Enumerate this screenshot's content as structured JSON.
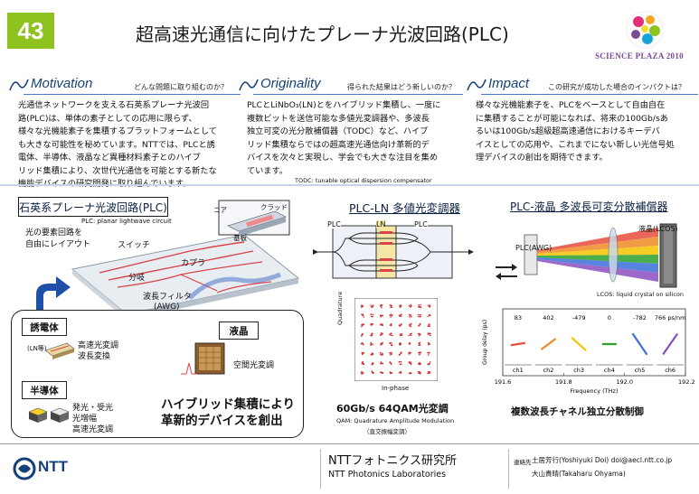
{
  "header": {
    "number": "43",
    "title": "超高速光通信に向けたプレーナ光波回路(PLC)",
    "logo_text": "SCIENCE PLAZA 2010"
  },
  "sections": {
    "motivation": {
      "name": "Motivation",
      "question": "どんな問題に取り組むのか？",
      "lines": [
        "光通信ネットワークを支える石英系プレーナ光波回",
        "路(PLC)は、単体の素子としての応用に限らず、",
        "様々な光機能素子を集積するプラットフォームとして",
        "も大きな可能性を秘めています。NTTでは、PLCと誘",
        "電体、半導体、液晶など異種材料素子とのハイブ",
        "リッド集積により、次世代光通信を可能とする新たな",
        "機能デバイスの研究開発に取り組んでいます。"
      ]
    },
    "originality": {
      "name": "Originality",
      "question": "得られた結果はどう新しいのか？",
      "lines": [
        "PLCとLiNbO₃(LN)とをハイブリッド集積し、一度に",
        "複数ビットを送信可能な多値光変調器や、多波長",
        "独立可変の光分散補償器（TODC）など、ハイブ",
        "リッド集積ならではの超高速光通信向け革新的デ",
        "バイスを次々と実現し、学会でも大きな注目を集め",
        "ています。"
      ],
      "footnote": "TODC: tunable optical dispersion compensator"
    },
    "impact": {
      "name": "Impact",
      "question": "この研究が成功した場合のインパクトは？",
      "lines": [
        "様々な光機能素子を、PLCをベースとして自由自在",
        "に集積することが可能になれば、将来の100Gb/sあ",
        "るいは100Gb/s超級超高速通信におけるキーデバ",
        "イスとしての応用や、これまでにない新しい光信号処",
        "理デバイスの創出を期待できます。"
      ]
    }
  },
  "plc_panel": {
    "title": "石英系プレーナ光波回路(PLC)",
    "subtitle": "PLC: planar lightwave circuit",
    "layout_text": [
      "光の要素回路を",
      "自由にレイアウト"
    ],
    "labels": {
      "core": "コア",
      "clad": "クラッド",
      "substrate": "基板",
      "switch": "スイッチ",
      "coupler": "カプラ",
      "branch": "分岐",
      "awg_line1": "波長フィルタ",
      "awg_line2": "(AWG)"
    }
  },
  "materials": {
    "dielectric": {
      "tag": "誘電体",
      "sub": "(LN等)",
      "lines": [
        "高速光変調",
        "波長変換"
      ]
    },
    "lc": {
      "tag": "液晶",
      "lines": [
        "空間光変調"
      ]
    },
    "semiconductor": {
      "tag": "半導体",
      "lines": [
        "発光・受光",
        "光増幅",
        "高速光変調"
      ]
    },
    "hybrid": [
      "ハイブリッド集積により",
      "革新的デバイスを創出"
    ]
  },
  "ln_panel": {
    "title": "PLC-LN 多値光変調器",
    "labels": {
      "plc_left": "PLC",
      "ln": "LN",
      "plc_right": "PLC"
    },
    "axis_y": "Quadrature",
    "axis_x": "In-phase",
    "result": "60Gb/s 64QAM光変調",
    "note": "QAM: Quadrature Amplitude Modulation",
    "note_jp": "（直交振幅変調）"
  },
  "lc_panel": {
    "title": "PLC-液晶 多波長可変分散補償器",
    "labels": {
      "plc_awg": "PLC(AWG)",
      "lcos": "液晶(LCOS)",
      "lcos_note": "LCOS: liquid crystal on silicon"
    },
    "result": "複数波長チャネル独立分散制御"
  },
  "chart_data": {
    "type": "line",
    "ylabel": "Group delay (ps)",
    "xlabel": "Frequency (THz)",
    "x_ticks": [
      "191.6",
      "191.8",
      "192.0",
      "192.2 THz"
    ],
    "x_range": [
      191.6,
      192.2
    ],
    "channels": [
      "ch1",
      "ch2",
      "ch3",
      "ch4",
      "ch5",
      "ch6"
    ],
    "dispersion_labels": [
      "83",
      "402",
      "-479",
      "0",
      "-782",
      "766 ps/nm"
    ],
    "dispersion_values": [
      83,
      402,
      -479,
      0,
      -782,
      766
    ],
    "series_colors": [
      "#e84c3d",
      "#f08a24",
      "#f5c400",
      "#2ca02c",
      "#3a6fd8",
      "#8a4fbf"
    ]
  },
  "footer": {
    "company": "NTT",
    "lab_jp": "NTTフォトニクス研究所",
    "lab_en": "NTT Photonics Laboratories",
    "contact_label": "連絡先",
    "contact1": "土居芳行(Yoshiyuki Doi)  doi@aecl.ntt.co.jp",
    "contact2": "大山貴晴(Takaharu Ohyama)"
  },
  "colors": {
    "badge": "#8dc21f",
    "accent_blue": "#16407a",
    "section_line": "#4a78c2"
  }
}
